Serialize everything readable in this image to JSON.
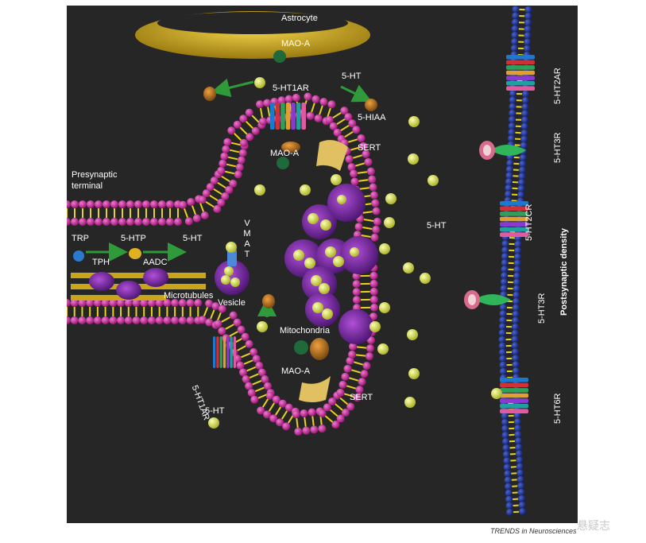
{
  "labels": {
    "astrocyte": "Astrocyte",
    "maoa_top": "MAO-A",
    "ht5_top": "5-HT",
    "ht1ar_top": "5-HT1AR",
    "hiaa": "5-HIAA",
    "maoa_mid": "MAO-A",
    "sert_top": "SERT",
    "presynaptic": "Presynaptic\nterminal",
    "trp": "TRP",
    "htp": "5-HTP",
    "ht5_left": "5-HT",
    "tph": "TPH",
    "aadc": "AADC",
    "vmat": [
      "V",
      "M",
      "A",
      "T"
    ],
    "vesicle": "Vesicle",
    "microtubules": "Microtubules",
    "ht5_cleft": "5-HT",
    "mitochondria": "Mitochondria",
    "maoa_bottom": "MAO-A",
    "sert_bottom": "SERT",
    "ht1ar_bottom": "5-HT1AR",
    "ht5_bottom": "5-HT",
    "post_2ar": "5-HT2AR",
    "post_3r_top": "5-HT3R",
    "post_2cr": "5-HT2CR",
    "post_3r_bottom": "5-HT3R",
    "post_6r": "5-HT6R",
    "postsynaptic_density": "Postsynaptic density"
  },
  "footer": "TRENDS in Neurosciences",
  "watermark": "悬疑志",
  "colors": {
    "background": "#262626",
    "membrane_head": "#c0258f",
    "postsynaptic_head": "#1d2f8a",
    "lipid_tail": "#e8d21c",
    "serotonin": "#d6dc4a",
    "vesicle": "#7a2aa0",
    "astrocyte": "#c9a21a",
    "arrow": "#2f9a3a",
    "metabolite": "#b86a1c"
  }
}
